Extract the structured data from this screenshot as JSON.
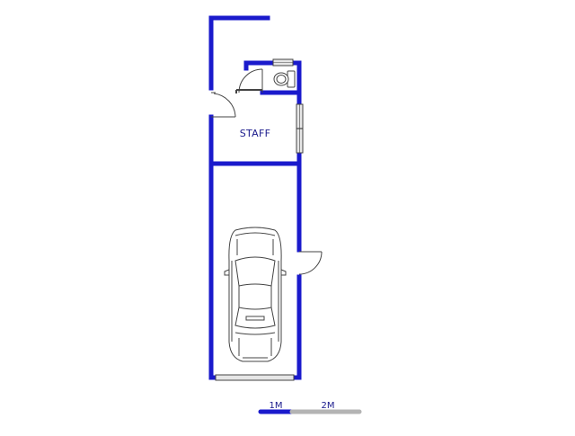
{
  "plan": {
    "rooms": [
      {
        "label": "STAFF"
      }
    ],
    "scale_bar": {
      "labels": [
        "1M",
        "2M"
      ]
    },
    "colors": {
      "wall": "#1a1acc",
      "label": "#1a1a8c",
      "fixture": "#444444",
      "scale_dark": "#1a1acc",
      "scale_light": "#b4b4b4",
      "window_fill": "#e6e6e6"
    }
  }
}
